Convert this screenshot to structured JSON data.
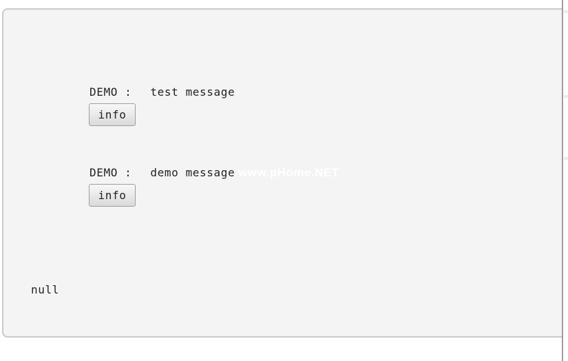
{
  "panel": {
    "background": "#f4f4f4",
    "border_color": "#c9c9c9"
  },
  "blocks": [
    {
      "label": "DEMO :",
      "message": "test message",
      "button": "info"
    },
    {
      "label": "DEMO :",
      "message": "demo message",
      "button": "info",
      "watermark": "www.pHome.NET"
    }
  ],
  "footer": {
    "value": "null"
  }
}
